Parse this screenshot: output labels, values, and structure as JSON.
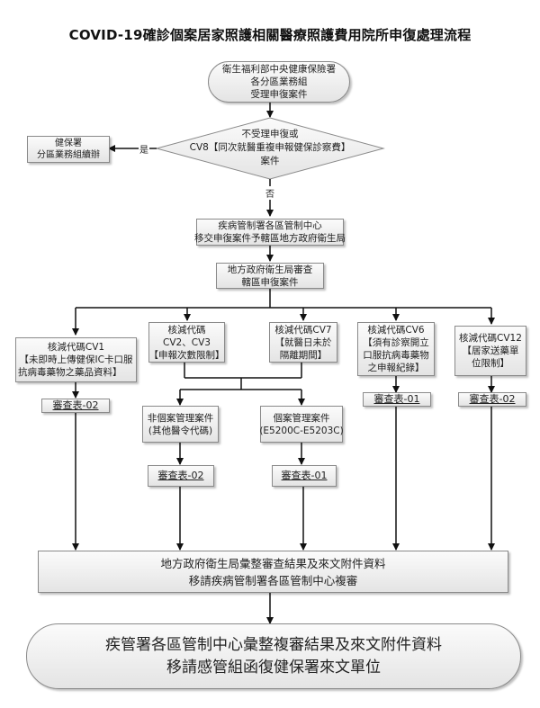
{
  "title": "COVID-19確診個案居家照護相關醫療照護費用院所申復處理流程",
  "nodes": {
    "start": [
      "衛生福利部中央健康保險署",
      "各分區業務組",
      "受理申復案件"
    ],
    "decision": [
      "不受理申復或",
      "CV8【同次就醫重複申報健保診察費】",
      "案件"
    ],
    "nhi_branch": [
      "健保署",
      "分區業務組續辦"
    ],
    "cdc_center": [
      "疾病管制署各區管制中心",
      "移交申復案件予轄區地方政府衛生局"
    ],
    "local_review": [
      "地方政府衛生局審查",
      "轄區申復案件"
    ],
    "cv1": [
      "核減代碼CV1",
      "【未即時上傳健保IC卡口服",
      "抗病毒藥物之藥品資料】"
    ],
    "cv2_cv3": [
      "核減代碼",
      "CV2、CV3",
      "【申報次數限制】"
    ],
    "cv7": [
      "核減代碼CV7",
      "【就醫日未於",
      "隔離期間】"
    ],
    "cv6": [
      "核減代碼CV6",
      "【須有診察開立",
      "口服抗病毒藥物",
      "之申報紀錄】"
    ],
    "cv12": [
      "核減代碼CV12",
      "【居家送藥單",
      "位限制】"
    ],
    "non_case_mgmt": [
      "非個案管理案件",
      "(其他醫令代碼)"
    ],
    "case_mgmt": [
      "個案管理案件",
      "(E5200C-E5203C)"
    ],
    "form_cv1": "審查表-02",
    "form_non_case": "審查表-02",
    "form_case": "審查表-01",
    "form_cv6": "審查表-01",
    "form_cv12": "審查表-02",
    "consolidate": [
      "地方政府衛生局彙整審查結果及來文附件資料",
      "移請疾病管制署各區管制中心複審"
    ],
    "end": [
      "疾管署各區管制中心彙整複審結果及來文附件資料",
      "移請感管組函復健保署來文單位"
    ]
  },
  "edge_labels": {
    "yes": "是",
    "no": "否"
  }
}
